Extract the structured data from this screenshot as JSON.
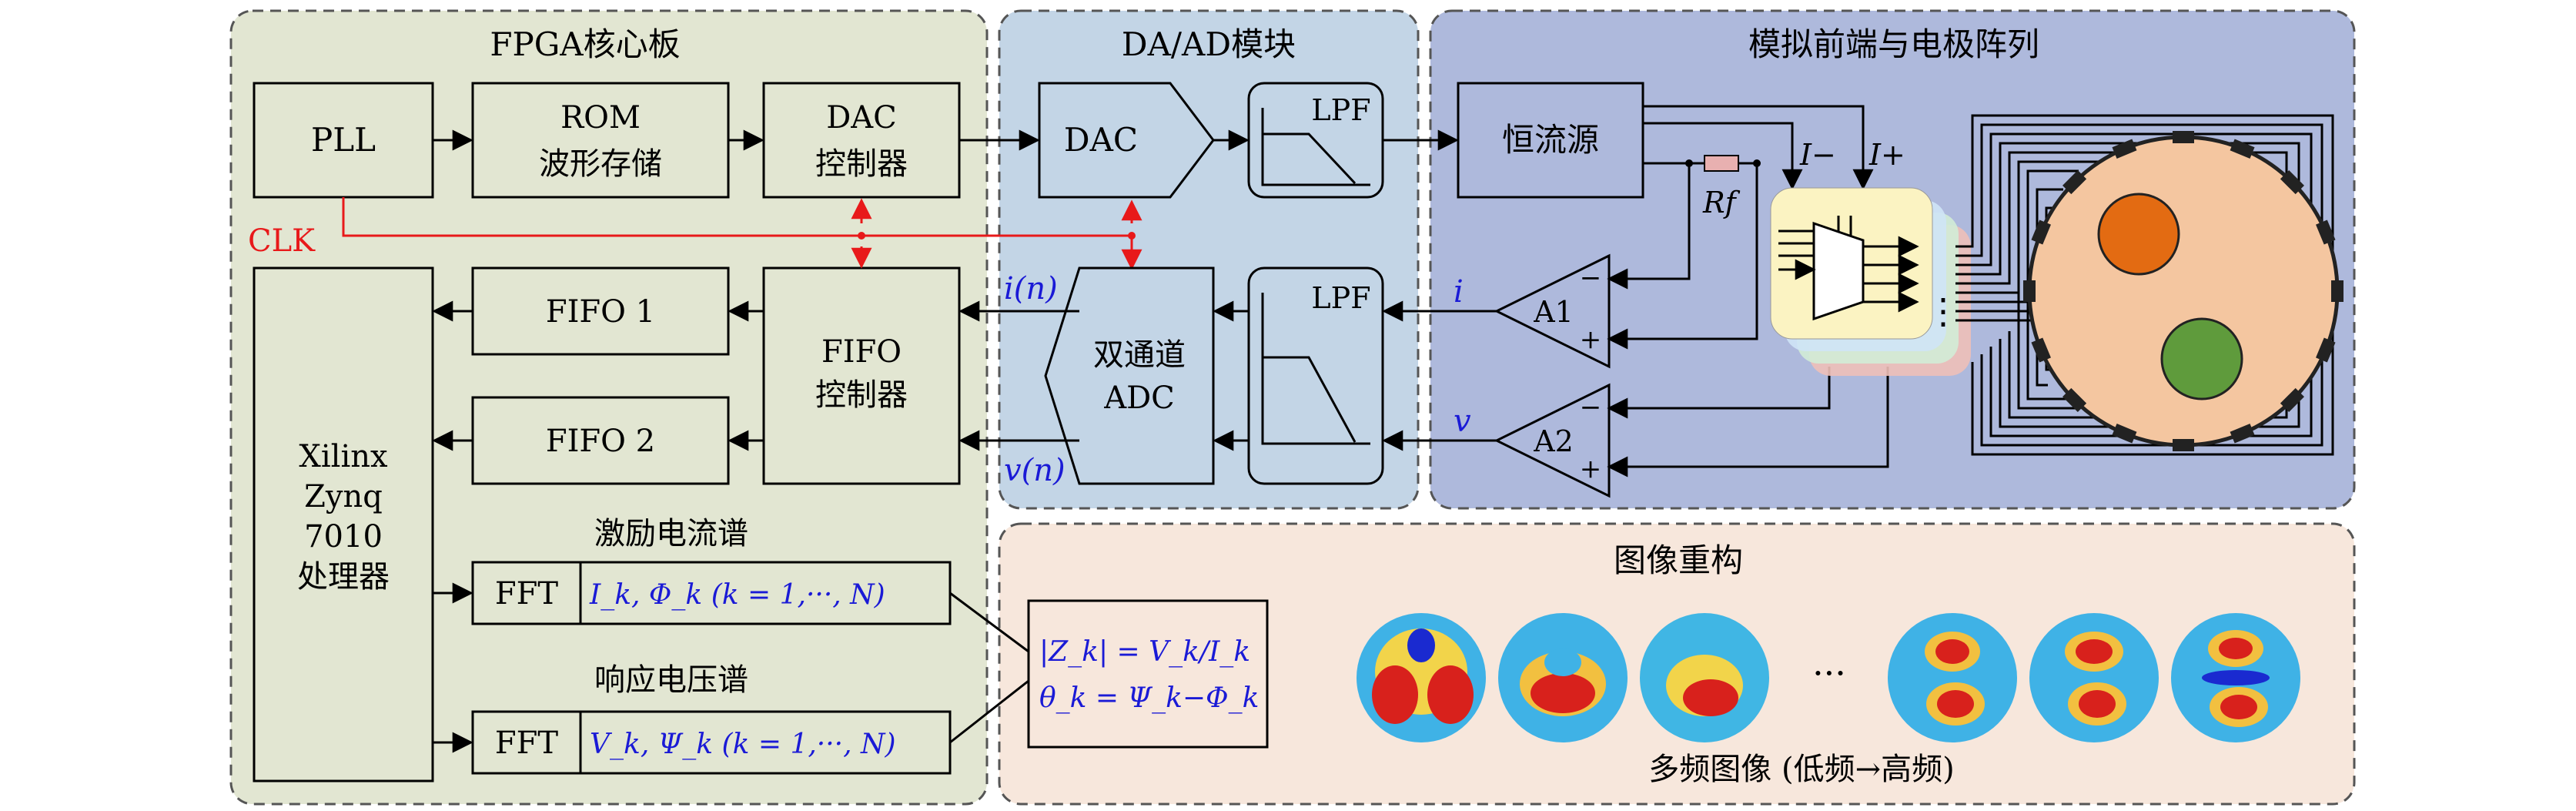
{
  "panels": {
    "fpga_title": "FPGA核心板",
    "daad_title": "DA/AD模块",
    "analog_title": "模拟前端与电极阵列",
    "recon_title": "图像重构"
  },
  "blocks": {
    "pll": "PLL",
    "rom_line1": "ROM",
    "rom_line2": "波形存储",
    "dac_ctrl_line1": "DAC",
    "dac_ctrl_line2": "控制器",
    "fifo1": "FIFO 1",
    "fifo2": "FIFO 2",
    "fifo_ctrl_line1": "FIFO",
    "fifo_ctrl_line2": "控制器",
    "proc_line1": "Xilinx",
    "proc_line2": "Zynq",
    "proc_line3": "7010",
    "proc_line4": "处理器",
    "fft": "FFT",
    "dac": "DAC",
    "lpf": "LPF",
    "adc_line1": "双通道",
    "adc_line2": "ADC",
    "current_source": "恒流源",
    "amp1": "A1",
    "amp2": "A2"
  },
  "labels": {
    "clk": "CLK",
    "excitation_spectrum": "激励电流谱",
    "response_spectrum": "响应电压谱",
    "excitation_formula": "I_k, Φ_k (k = 1,···, N)",
    "response_formula": "V_k, Ψ_k (k = 1,···, N)",
    "signal_i_n": "i(n)",
    "signal_v_n": "v(n)",
    "signal_i": "i",
    "signal_v": "v",
    "i_minus": "I−",
    "i_plus": "I+",
    "rf": "Rf",
    "minus_sign": "−",
    "plus_sign": "+",
    "impedance_eq": "|Z_k| = V_k/I_k",
    "phase_eq": "θ_k = Ψ_k−Φ_k",
    "ellipsis": "···",
    "vertical_dots": "⋮",
    "multi_freq_caption": "多频图像 (低频→高频)"
  },
  "colors": {
    "fpga_bg": "#e2e6d2",
    "daad_bg": "#c3d5e6",
    "analog_bg": "#aeb9dc",
    "recon_bg": "#f7e7dc",
    "clk_red": "#e8191a",
    "math_blue": "#1a1ad6",
    "phantom_tissue": "#f4c6a0",
    "inclusion_orange": "#e36b12",
    "inclusion_green": "#5f9b3c"
  }
}
